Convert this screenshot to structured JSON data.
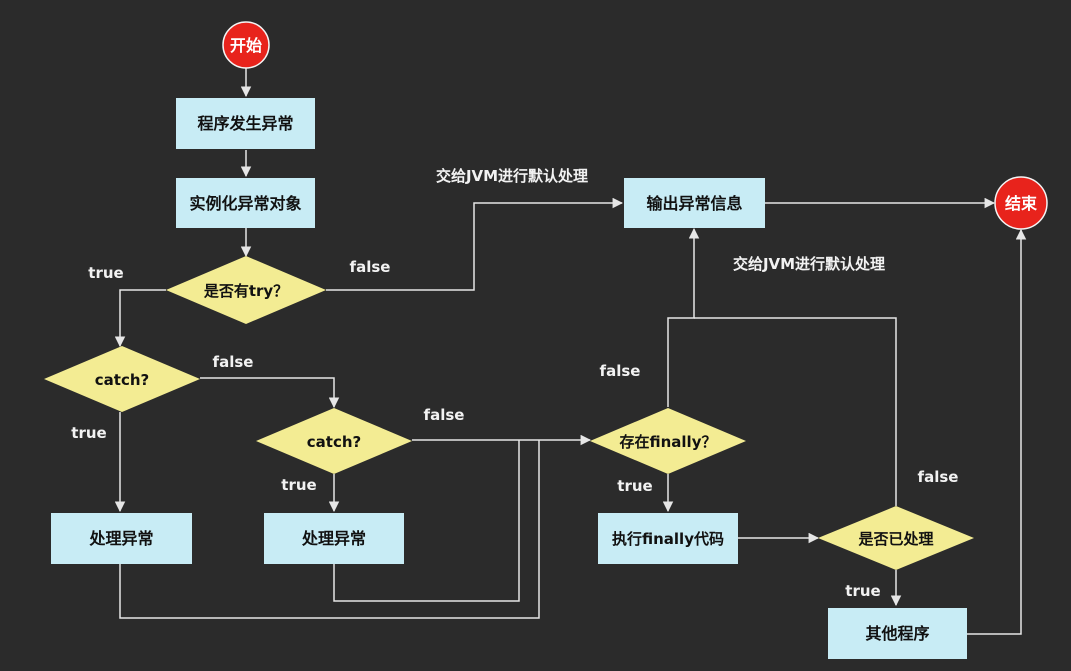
{
  "nodes": {
    "start": "开始",
    "end": "结束",
    "program_error": "程序发生异常",
    "instantiate": "实例化异常对象",
    "has_try": "是否有try？",
    "catch_1": "catch?",
    "catch_2": "catch?",
    "handle_1": "处理异常",
    "handle_2": "处理异常",
    "output_info": "输出异常信息",
    "has_finally": "存在finally？",
    "exec_finally": "执行finally代码",
    "is_handled": "是否已处理",
    "other_program": "其他程序"
  },
  "labels": {
    "jvm_top": "交给JVM进行默认处理",
    "jvm_mid": "交给JVM进行默认处理",
    "true_try": "true",
    "false_try": "false",
    "false_catch1": "false",
    "true_catch1": "true",
    "false_catch2": "false",
    "true_catch2": "true",
    "false_finally": "false",
    "true_finally": "true",
    "false_handled": "false",
    "true_handled": "true"
  },
  "colors": {
    "background": "#2b2b2b",
    "process_fill": "#c8ecf5",
    "decision_fill": "#f3ec93",
    "terminal_fill": "#e8231c",
    "line": "#e6e6e6",
    "label": "#f2f2f2",
    "node_text": "#111111",
    "terminal_text": "#ffffff"
  }
}
